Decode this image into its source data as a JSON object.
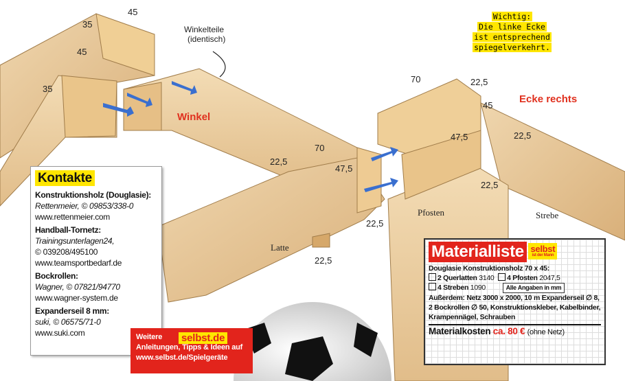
{
  "dimensions": {
    "tl_45": "45",
    "tl_35a": "35",
    "tl_45b": "45",
    "tl_35b": "35",
    "mid_70": "70",
    "mid_225a": "22,5",
    "mid_475": "47,5",
    "mid_225b": "22,5",
    "latte_225": "22,5",
    "r_70": "70",
    "r_225a": "22,5",
    "r_45": "45",
    "r_475": "47,5",
    "r_225b": "22,5",
    "r_225c": "22,5"
  },
  "labels": {
    "winkelteile": "Winkelteile",
    "identisch": "(identisch)",
    "winkel": "Winkel",
    "ecke_rechts": "Ecke rechts",
    "pfosten": "Pfosten",
    "strebe": "Strebe",
    "latte": "Latte"
  },
  "note": [
    "Wichtig:",
    "Die linke Ecke",
    "ist entsprechend",
    "spiegelverkehrt."
  ],
  "kontakte": {
    "title": "Kontakte",
    "entries": [
      {
        "heading": "Konstruktionsholz (Douglasie):",
        "lines": [
          "Rettenmeier, © 09853/338-0"
        ],
        "url": "www.rettenmeier.com"
      },
      {
        "heading": "Handball-Tornetz:",
        "lines": [
          "Trainingsunterlagen24,",
          "© 039208/495100"
        ],
        "url": "www.teamsportbedarf.de"
      },
      {
        "heading": "Bockrollen:",
        "lines": [
          "Wagner, © 07821/94770"
        ],
        "url": "www.wagner-system.de"
      },
      {
        "heading": "Expanderseil 8 mm:",
        "lines": [
          "suki, © 06575/71-0"
        ],
        "url": "www.suki.com"
      }
    ]
  },
  "promo": {
    "logo": "selbst.de",
    "line1": "Weitere",
    "line2": "Anleitungen, Tipps & Ideen auf",
    "line3": "www.selbst.de/Spielgeräte"
  },
  "materialliste": {
    "title": "Materialliste",
    "logo": "selbst",
    "logo_sub": "ist der Mann",
    "heading": "Douglasie Konstruktionsholz 70 x 45:",
    "items": [
      {
        "name": "2 Querlatten",
        "value": "3140"
      },
      {
        "name": "4 Pfosten",
        "value": "2047,5"
      },
      {
        "name": "4 Streben",
        "value": "1090"
      }
    ],
    "units_note": "Alle Angaben in mm",
    "ausserdem": "Außerdem:  Netz 3000 x 2000, 10 m Expanderseil ∅ 8, 2 Bockrollen ∅ 50, Konstruktionskleber, Kabelbinder, Krampennägel, Schrauben",
    "cost_label": "Materialkosten",
    "cost_value": "ca. 80 €",
    "cost_note": "(ohne Netz)"
  },
  "colors": {
    "accent_red": "#e2241c",
    "highlight_yellow": "#ffe600",
    "wood": "#e8c99a"
  }
}
